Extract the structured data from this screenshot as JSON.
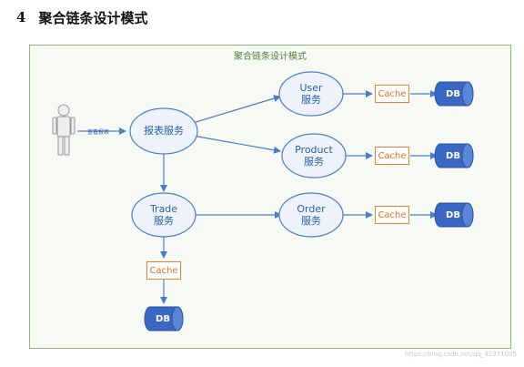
{
  "heading": {
    "number": "4",
    "title": "聚合链条设计模式"
  },
  "diagram": {
    "title": "聚合链条设计模式",
    "actor_label": "查看报表",
    "nodes": {
      "report": "报表服务",
      "user_name": "User",
      "user_sub": "服务",
      "product_name": "Product",
      "product_sub": "服务",
      "trade_name": "Trade",
      "trade_sub": "服务",
      "order_name": "Order",
      "order_sub": "服务"
    },
    "cache_label": "Cache",
    "db_label": "DB"
  },
  "watermark": "https://blog.csdn.net/qq_42371005",
  "colors": {
    "ellipse_fill": "#eef3fb",
    "ellipse_stroke": "#4a7fc8",
    "arrow": "#4a7fc8",
    "cache_border": "#e8833a",
    "db_fill": "#3a67c4",
    "frame_border": "#8fb77a"
  }
}
